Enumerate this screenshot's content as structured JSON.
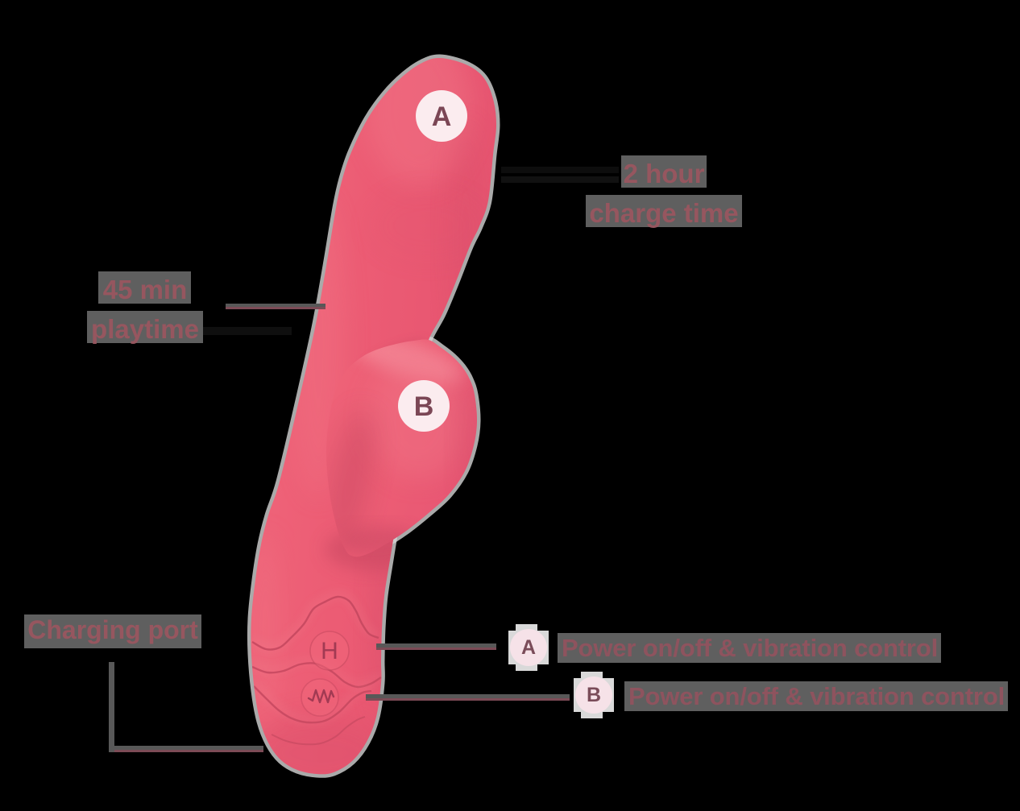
{
  "title": "Product feature diagram",
  "device": {
    "type": "rabbit-vibrator-illustration",
    "body_color": "#ec5d74",
    "marker_a": "A",
    "marker_b": "B",
    "h_button_glyph": "H",
    "wave_button": "vibration-squiggle-icon"
  },
  "labels": {
    "charge_time_line1": "2 hour",
    "charge_time_line2": "charge time",
    "playtime_line1": "45 min",
    "playtime_line2": "playtime",
    "charging_port": "Charging port"
  },
  "legend": {
    "a_marker": "A",
    "a_text": "Power on/off & vibration control",
    "b_marker": "B",
    "b_text": "Power on/off & vibration control"
  },
  "colors": {
    "background": "#000000",
    "label_text": "#96565f",
    "halo_gray": "#5f5f5f",
    "leader_maroon": "#7c4b56",
    "marker_circle_fill": "#f6e2e8",
    "device_circle_fill": "#fbecef",
    "marker_letter": "#7a4c59"
  }
}
